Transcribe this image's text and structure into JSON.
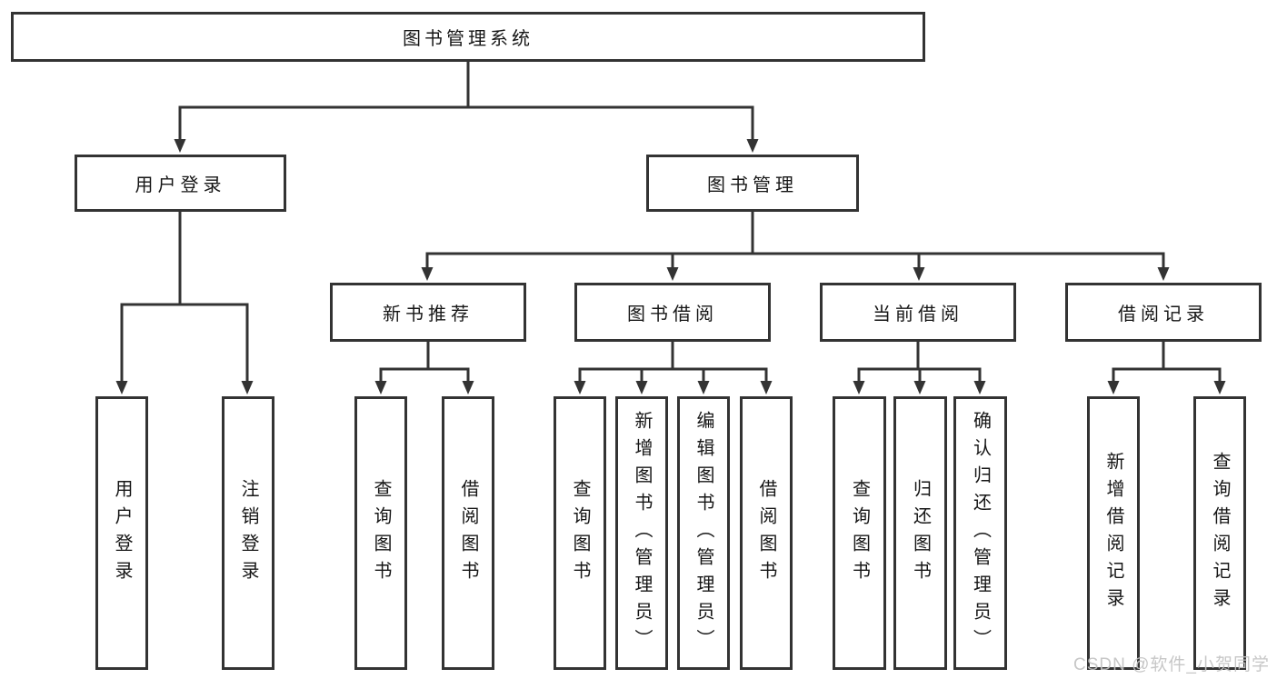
{
  "diagram": {
    "root": {
      "label": "图书管理系统"
    },
    "branches": [
      {
        "label": "用户登录",
        "children": [
          "用户登录",
          "注销登录"
        ]
      },
      {
        "label": "图书管理",
        "sections": [
          {
            "label": "新书推荐",
            "children": [
              "查询图书",
              "借阅图书"
            ]
          },
          {
            "label": "图书借阅",
            "children": [
              "查询图书",
              "新增图书（管理员）",
              "编辑图书（管理员）",
              "借阅图书"
            ]
          },
          {
            "label": "当前借阅",
            "children": [
              "查询图书",
              "归还图书",
              "确认归还（管理员）"
            ]
          },
          {
            "label": "借阅记录",
            "children": [
              "新增借阅记录",
              "查询借阅记录"
            ]
          }
        ]
      }
    ]
  },
  "watermark": {
    "text": "CSDN @软件_小贺同学"
  },
  "colors": {
    "line": "#333333",
    "box_border": "#333333",
    "text": "#161616",
    "watermark": "#c3c3c3",
    "background": "#ffffff"
  }
}
